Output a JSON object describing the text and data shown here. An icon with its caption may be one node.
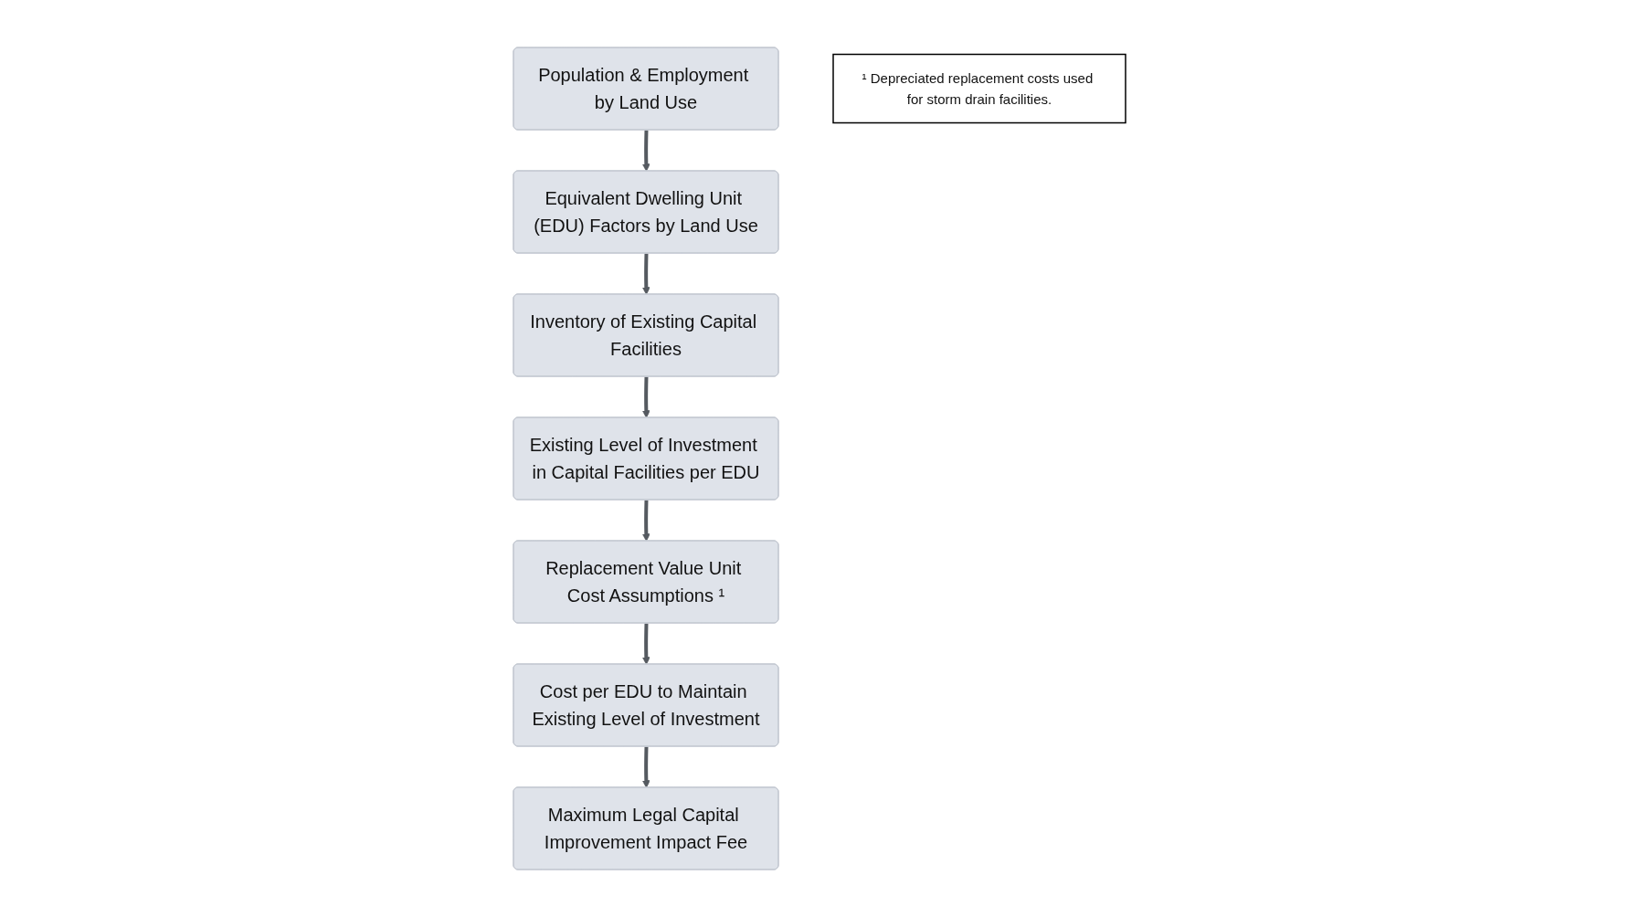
{
  "diagram": {
    "nodes": [
      {
        "text": [
          "Population & Employment by Land Use"
        ]
      },
      {
        "text": [
          "Equivalent Dwelling Unit (EDU) Factors by Land Use"
        ]
      },
      {
        "text": [
          "Inventory of Existing Capital Facilities"
        ]
      },
      {
        "text": [
          "Replacement Value Unit Cost Assumptions ¹"
        ]
      },
      {
        "text": [
          "Existing Level of Investment in Capital Facilities per EDU"
        ]
      },
      {
        "text": [
          "Cost per EDU to Maintain Existing Level of Investment"
        ]
      },
      {
        "text": [
          "¹ Depreciated replacement costs used for storm drain facilities."
        ]
      },
      {
        "text": [
          "Maximum Legal Capital Improvement Impact Fee"
        ]
      }
    ],
    "edges": [
      {
        "from": 0,
        "to": 1,
        "arrow": "to"
      },
      {
        "from": 1,
        "to": 2,
        "arrow": "to"
      },
      {
        "from": 2,
        "to": 4,
        "arrow": "to"
      },
      {
        "from": 4,
        "to": 3,
        "arrow": "to"
      },
      {
        "from": 3,
        "to": 5,
        "arrow": "to"
      },
      {
        "from": 5,
        "to": 7,
        "arrow": "to"
      }
    ]
  }
}
